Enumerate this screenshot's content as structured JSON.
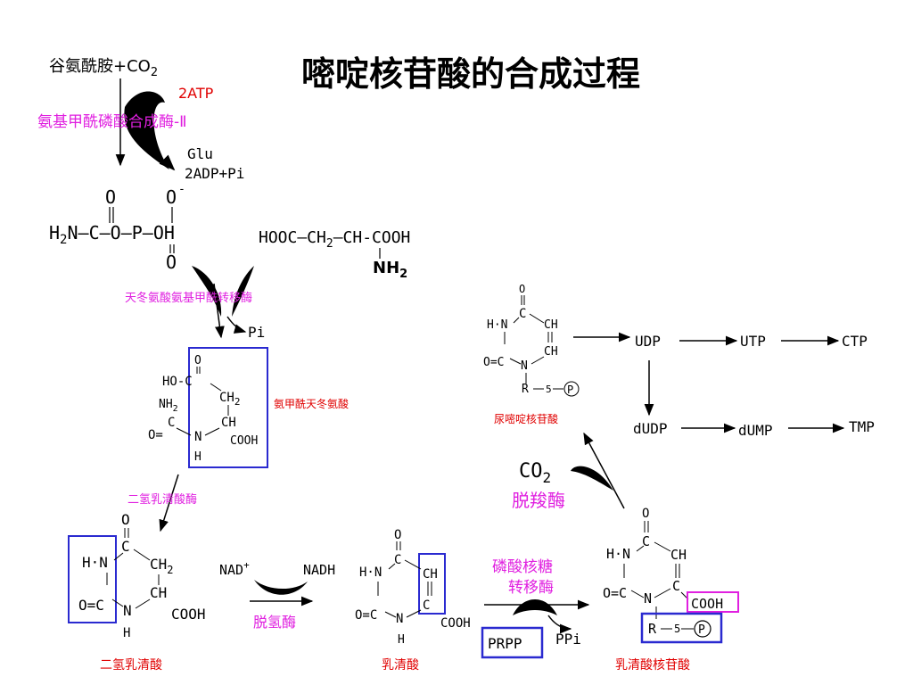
{
  "title": "嘧啶核苷酸的合成过程",
  "start": {
    "reactant": "谷氨酰胺+CO",
    "sub": "2"
  },
  "step1": {
    "atp": "2ATP",
    "enzyme": "氨基甲酰磷酸合成酶-Ⅱ",
    "glu": "Glu",
    "adp": "2ADP+Pi"
  },
  "carbamoyl_phosphate": {
    "o1": "O",
    "o2": "O",
    "o2charge": "-",
    "h2n": "H",
    "h2n_sub": "2",
    "chain": "N—C—O—P—OH",
    "o3": "O"
  },
  "aspartate": {
    "chain1": "HOOC—CH",
    "sub": "2",
    "chain2": "—CH-COOH",
    "nh2": "NH",
    "nh2_sub": "2"
  },
  "step2": {
    "enzyme": "天冬氨酸氨基甲酰转移酶",
    "pi": "Pi"
  },
  "carbamoyl_aspartate": {
    "label": "氨甲酰天冬氨酸",
    "ho": "HO-C",
    "o": "O",
    "ch2": "CH",
    "ch2_sub": "2",
    "nh2": "NH",
    "nh2_sub": "2",
    "c": "C",
    "ch": "CH",
    "o2": "O=",
    "n": "N",
    "cooh": "COOH",
    "h": "H"
  },
  "step3": {
    "enzyme": "二氢乳清酸酶"
  },
  "dihydroorotate": {
    "label": "二氢乳清酸",
    "o": "O",
    "hn": "H·N",
    "c": "C",
    "ch2": "CH",
    "ch2_sub": "2",
    "oc": "O=C",
    "ch": "CH",
    "n": "N",
    "cooh": "COOH",
    "h": "H"
  },
  "step4": {
    "nad": "NAD",
    "nad_charge": "+",
    "nadh": "NADH",
    "enzyme": "脱氢酶"
  },
  "orotate": {
    "label": "乳清酸",
    "o": "O",
    "hn": "H·N",
    "c": "C",
    "ch": "CH",
    "oc": "O=C",
    "c2": "C",
    "n": "N",
    "cooh": "COOH",
    "h": "H"
  },
  "step5": {
    "enzyme1": "磷酸核糖",
    "enzyme2": "转移酶",
    "prpp": "PRPP",
    "ppi": "PPi"
  },
  "omp": {
    "label": "乳清酸核苷酸",
    "o": "O",
    "hn": "H·N",
    "c": "C",
    "ch": "CH",
    "oc": "O=C",
    "n": "N",
    "c2": "C",
    "cooh": "COOH",
    "r": "R",
    "five": "5",
    "p": "P"
  },
  "step6": {
    "co2": "CO",
    "co2_sub": "2",
    "enzyme": "脱羧酶"
  },
  "ump": {
    "label": "尿嘧啶核苷酸",
    "o": "O",
    "hn": "H·N",
    "c": "C",
    "ch1": "CH",
    "ch2": "CH",
    "oc": "O=C",
    "n": "N",
    "r": "R",
    "five": "5",
    "p": "P"
  },
  "products": {
    "udp": "UDP",
    "utp": "UTP",
    "ctp": "CTP",
    "dudp": "dUDP",
    "dump": "dUMP",
    "tmp": "TMP"
  }
}
